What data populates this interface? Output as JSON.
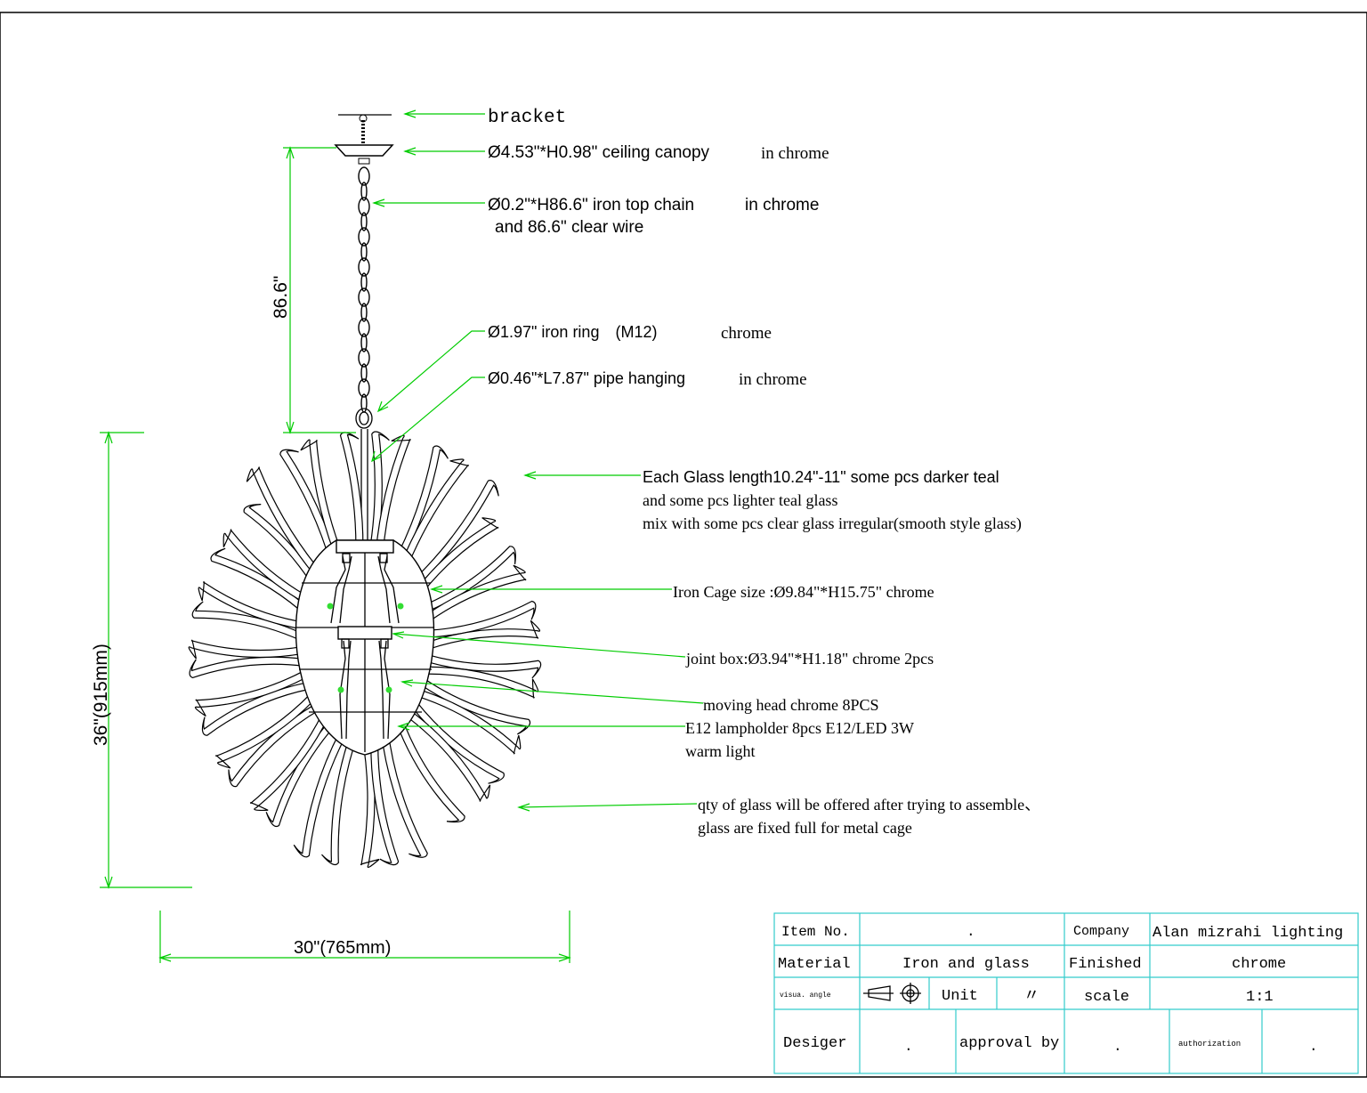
{
  "callouts": {
    "bracket": "bracket",
    "canopy": "Ø4.53\"*H0.98\" ceiling canopy",
    "canopy_finish": "in chrome",
    "chain": "Ø0.2\"*H86.6\" iron top chain",
    "chain_finish": "in chrome",
    "chain_wire": "and 86.6\" clear wire",
    "ring": "Ø1.97\"  iron ring　(M12)",
    "ring_finish": "chrome",
    "pipe": "Ø0.46\"*L7.87\"  pipe hanging",
    "pipe_finish": "in chrome",
    "glass_1": "Each Glass length10.24\"-11\" some pcs darker teal",
    "glass_2": "and  some pcs lighter teal glass",
    "glass_3": "mix with  some pcs clear glass  irregular(smooth style glass)",
    "cage": "Iron Cage size :Ø9.84\"*H15.75\" chrome",
    "joint_box": "joint box:Ø3.94\"*H1.18\" chrome  2pcs",
    "moving_head": "moving head  chrome    8PCS",
    "lampholder": "E12 lampholder  8pcs  E12/LED 3W",
    "warm_light": "warm light",
    "qty_1": "qty of glass will be offered after trying to assemble、",
    "qty_2": "glass are fixed full for metal cage"
  },
  "dimensions": {
    "chain_height": "86.6\"",
    "total_height": "36\"(915mm)",
    "width": "30\"(765mm)"
  },
  "title_block": {
    "item_no_label": "Item No.",
    "item_no_value": ".",
    "company_label": "Company",
    "company_value": "Alan mizrahi lighting",
    "material_label": "Material",
    "material_value": "Iron and glass",
    "finished_label": "Finished",
    "finished_value": "chrome",
    "visual_angle_label": "visua. angle",
    "unit_label": "Unit",
    "unit_value": "〃",
    "scale_label": "scale",
    "scale_value": "1:1",
    "designer_label": "Desiger",
    "designer_value": ".",
    "approval_label": "approval by",
    "approval_value": ".",
    "authorization_label": "authorization",
    "authorization_value": "."
  },
  "colors": {
    "leader": "#00cc00",
    "table_border": "#33cccc",
    "ink": "#000000"
  }
}
